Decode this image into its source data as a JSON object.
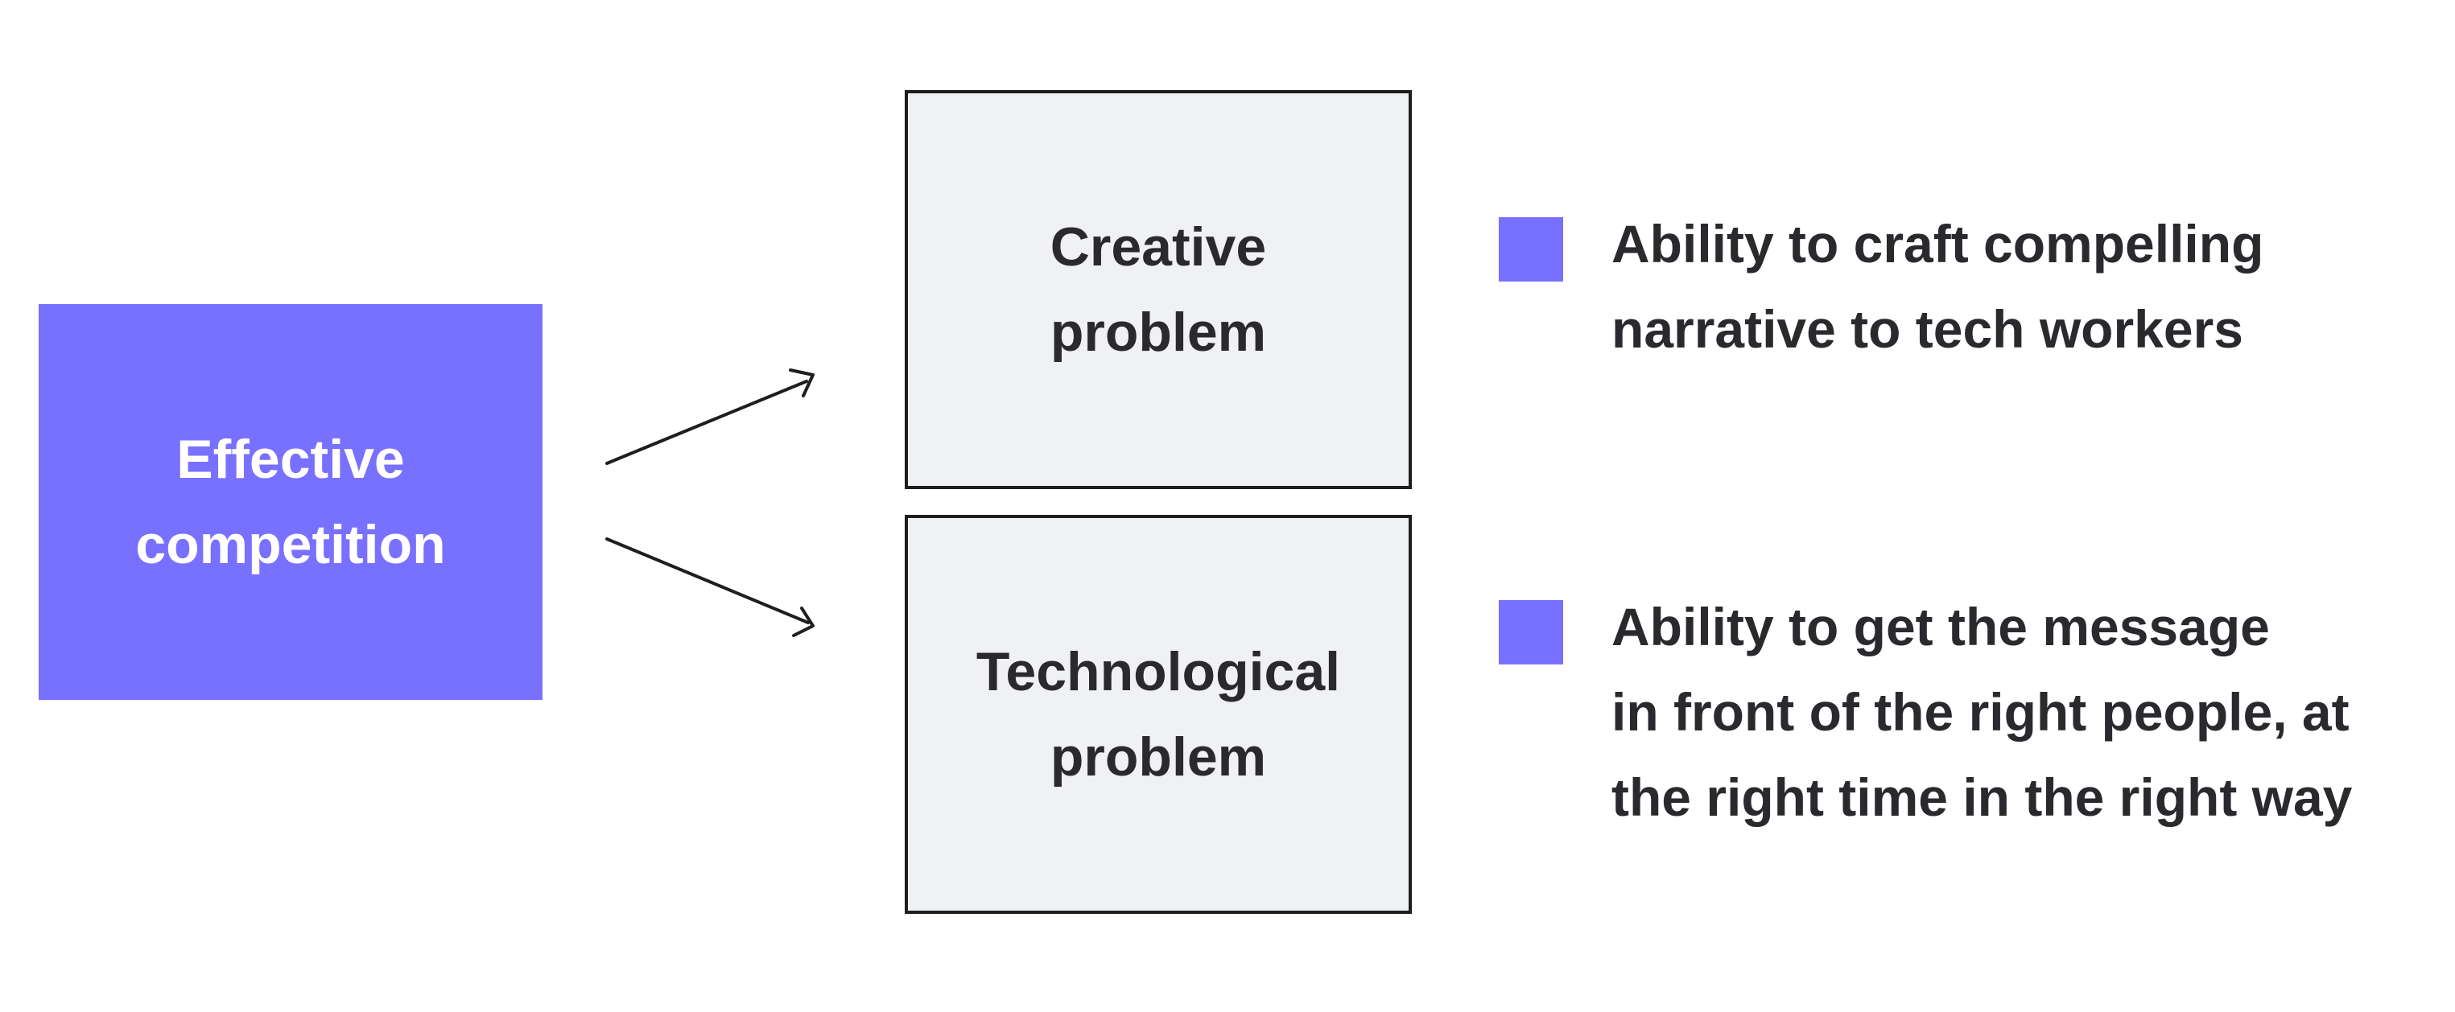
{
  "source": {
    "label_lines": [
      "Effective",
      "competition"
    ],
    "color": "#7870ff"
  },
  "problems": [
    {
      "label_lines": [
        "Creative",
        "problem"
      ]
    },
    {
      "label_lines": [
        "Technological",
        "problem"
      ]
    }
  ],
  "abilities": [
    {
      "lines": [
        "Ability to craft compelling",
        "narrative to tech workers"
      ],
      "marker_color": "#7870ff"
    },
    {
      "lines": [
        "Ability to get the message",
        "in front of the right people, at",
        "the right time in the right way"
      ],
      "marker_color": "#7870ff"
    }
  ],
  "colors": {
    "accent": "#7870ff",
    "problem_fill": "#f0f1f5",
    "stroke": "#1e1e1e",
    "text": "#2a2a2e"
  }
}
